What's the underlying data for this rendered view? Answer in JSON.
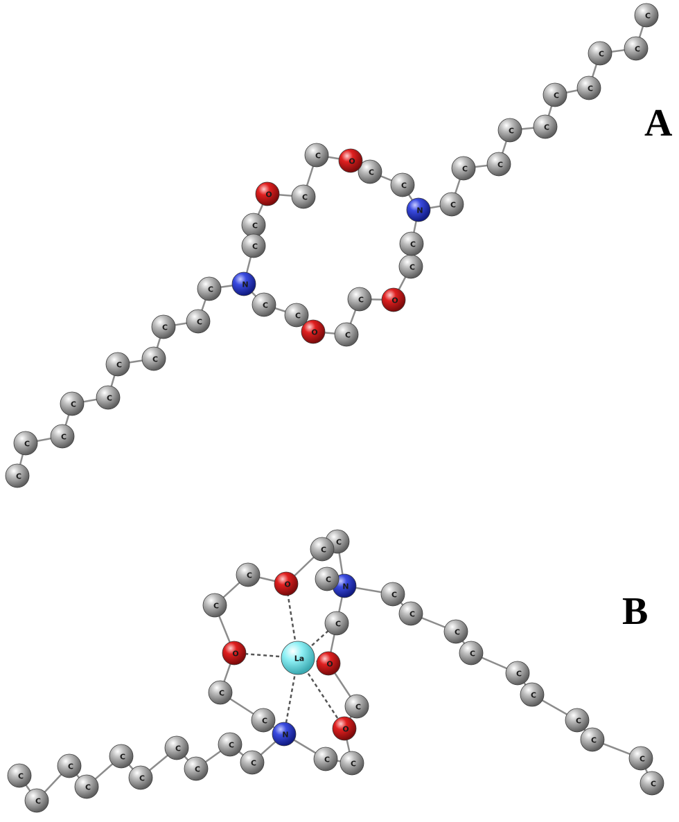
{
  "panels": [
    {
      "id": "A",
      "label": "A"
    },
    {
      "id": "B",
      "label": "B"
    }
  ],
  "atom_labels": {
    "C": "C",
    "N": "N",
    "O": "O",
    "La": "La"
  },
  "colors": {
    "carbon": "#9a9a9a",
    "nitrogen": "#2f3fd0",
    "oxygen": "#d81c1c",
    "lanthanum": "#7fe8ef",
    "bond": "#8c8c8c",
    "coordination": "#555555"
  }
}
